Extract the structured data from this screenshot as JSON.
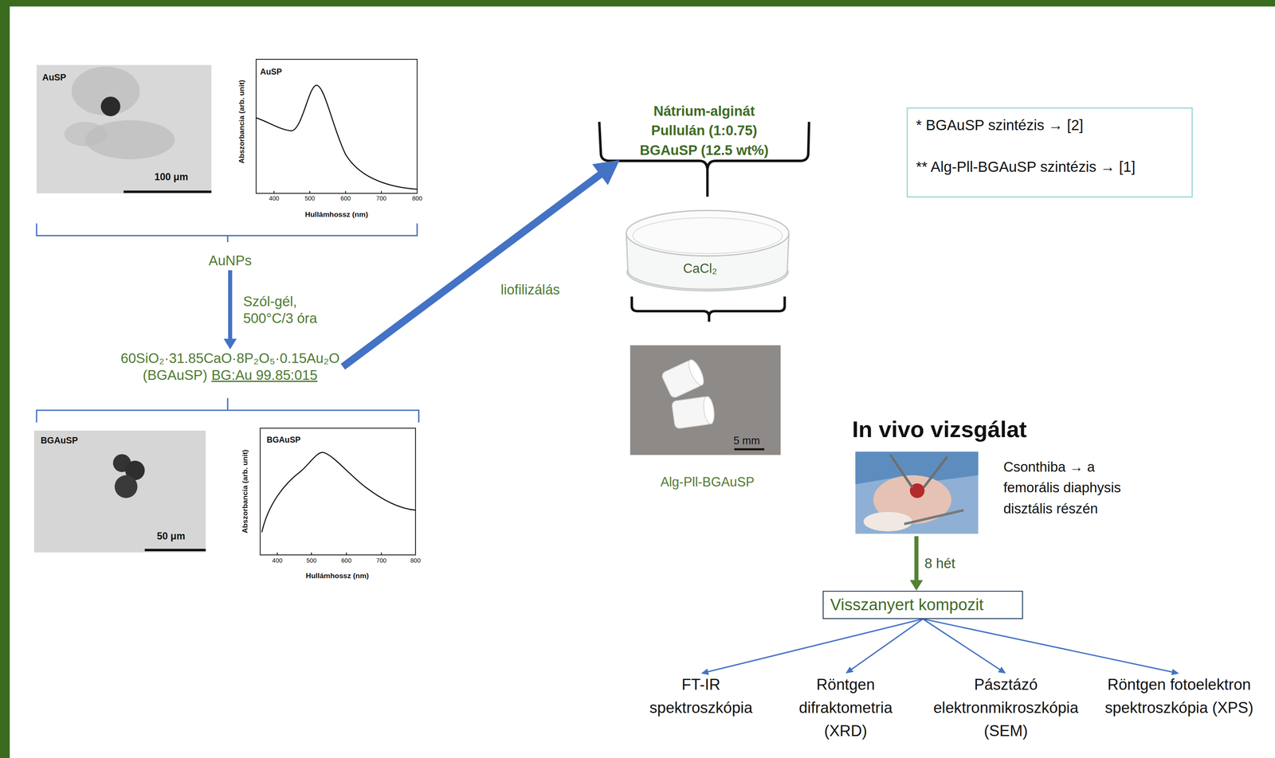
{
  "diagram": {
    "nodes": [
      {
        "text": [
          "AuNPs"
        ]
      },
      {
        "text": [
          "60SiO₂·31.85CaO·8P₂O₅·0.15Au₂O",
          "(BGAuSP)",
          "BG:Au 99.85:015"
        ]
      },
      {
        "text": [
          "Nátrium-alginát",
          "Pullulán (1:0.75)",
          "BGAuSP (12.5 wt%)"
        ]
      },
      {
        "text": [
          "CaCl₂"
        ]
      },
      {
        "text": [
          "* BGAuSP szintézis → [2]",
          "** Alg-Pll-BGAuSP szintézis → [1]"
        ]
      },
      {
        "text": [
          "In vivo vizsgálat",
          "Csonthiba → a femorális diaphysis disztális részén"
        ]
      },
      {
        "text": [
          "Visszanyert kompozit"
        ]
      },
      {
        "text": [
          "FT-IR spektroszkópia"
        ]
      },
      {
        "text": [
          "Röntgen difraktometria (XRD)"
        ]
      },
      {
        "text": [
          "Pásztázó elektronmikroszkópia (SEM)"
        ]
      },
      {
        "text": [
          "Röntgen fotoelektron spektroszkópia (XPS)"
        ]
      }
    ],
    "edges": [
      {
        "from": 0,
        "to": 1,
        "label": "Szól-gél, 500°C/3 óra",
        "arrow": "to"
      },
      {
        "from": 1,
        "to": 2,
        "label": "liofilizálás",
        "arrow": "to"
      },
      {
        "from": 5,
        "to": 6,
        "label": "8 hét",
        "arrow": "to"
      },
      {
        "from": 6,
        "to": 7,
        "arrow": "to"
      },
      {
        "from": 6,
        "to": 8,
        "arrow": "to"
      },
      {
        "from": 6,
        "to": 9,
        "arrow": "to"
      },
      {
        "from": 6,
        "to": 10,
        "arrow": "to"
      }
    ],
    "labels": [
      "AuSP",
      "100 μm",
      "AuSP",
      "Abszorbancia (arb. unit)",
      "400",
      "500",
      "600",
      "700",
      "800",
      "Hullámhossz (nm)",
      "BGAuSP",
      "50 μm",
      "BGAuSP",
      "Abszorbancia (arb. unit)",
      "400",
      "500",
      "600",
      "700",
      "800",
      "Hullámhossz (nm)",
      "5 mm",
      "Alg-Pll-BGAuSP"
    ]
  }
}
